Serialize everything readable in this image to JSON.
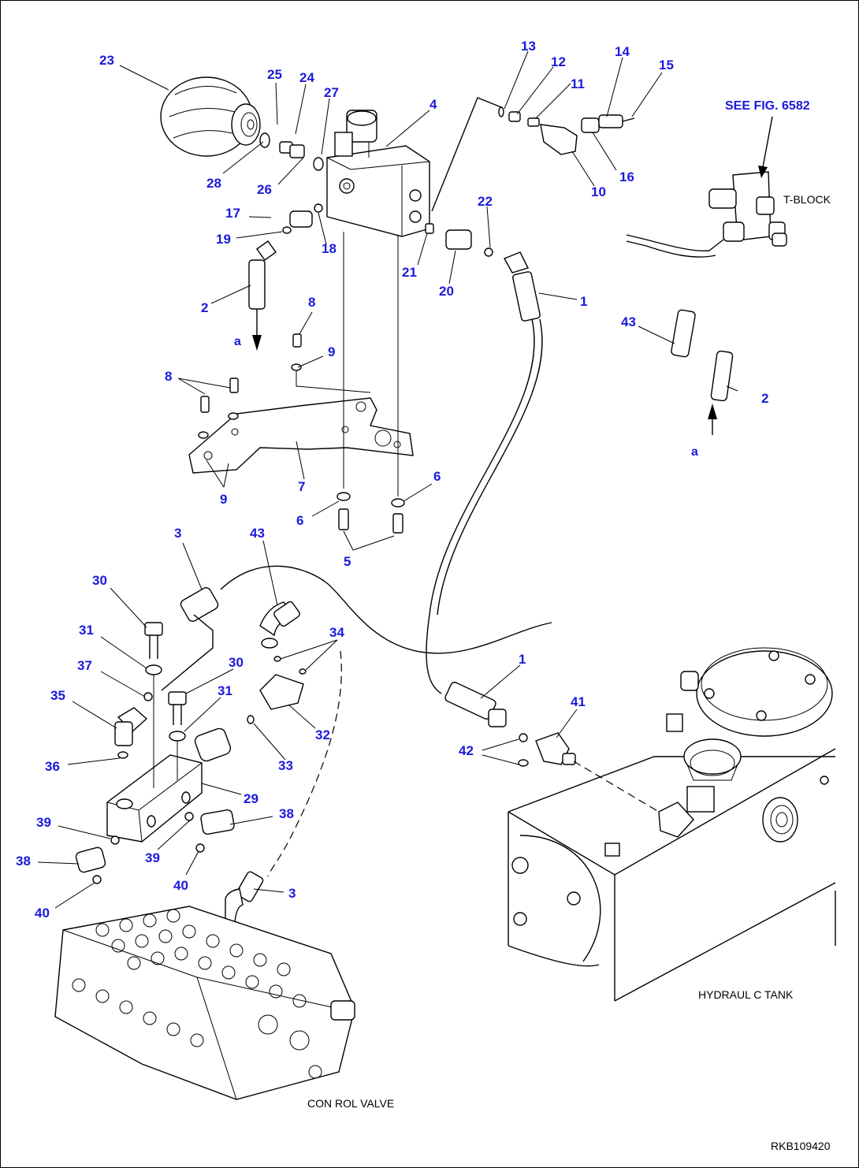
{
  "colors": {
    "callout": "#1a1adc",
    "line": "#000000",
    "background": "#ffffff"
  },
  "callouts": [
    {
      "id": "c23",
      "text": "23"
    },
    {
      "id": "c25",
      "text": "25"
    },
    {
      "id": "c24",
      "text": "24"
    },
    {
      "id": "c27",
      "text": "27"
    },
    {
      "id": "c28",
      "text": "28"
    },
    {
      "id": "c26",
      "text": "26"
    },
    {
      "id": "c4",
      "text": "4"
    },
    {
      "id": "c13",
      "text": "13"
    },
    {
      "id": "c12",
      "text": "12"
    },
    {
      "id": "c11",
      "text": "11"
    },
    {
      "id": "c14",
      "text": "14"
    },
    {
      "id": "c15",
      "text": "15"
    },
    {
      "id": "c16",
      "text": "16"
    },
    {
      "id": "c10",
      "text": "10"
    },
    {
      "id": "c17",
      "text": "17"
    },
    {
      "id": "c19",
      "text": "19"
    },
    {
      "id": "c18",
      "text": "18"
    },
    {
      "id": "c2a",
      "text": "2"
    },
    {
      "id": "c22",
      "text": "22"
    },
    {
      "id": "c21",
      "text": "21"
    },
    {
      "id": "c20",
      "text": "20"
    },
    {
      "id": "c1a",
      "text": "1"
    },
    {
      "id": "c8a",
      "text": "8"
    },
    {
      "id": "c9a",
      "text": "9"
    },
    {
      "id": "c8b",
      "text": "8"
    },
    {
      "id": "c9b",
      "text": "9"
    },
    {
      "id": "c7",
      "text": "7"
    },
    {
      "id": "c6a",
      "text": "6"
    },
    {
      "id": "c6b",
      "text": "6"
    },
    {
      "id": "c5",
      "text": "5"
    },
    {
      "id": "c43a",
      "text": "43"
    },
    {
      "id": "c2b",
      "text": "2"
    },
    {
      "id": "c3a",
      "text": "3"
    },
    {
      "id": "c43b",
      "text": "43"
    },
    {
      "id": "c30a",
      "text": "30"
    },
    {
      "id": "c31a",
      "text": "31"
    },
    {
      "id": "c37",
      "text": "37"
    },
    {
      "id": "c30b",
      "text": "30"
    },
    {
      "id": "c31b",
      "text": "31"
    },
    {
      "id": "c34",
      "text": "34"
    },
    {
      "id": "c35",
      "text": "35"
    },
    {
      "id": "c32",
      "text": "32"
    },
    {
      "id": "c36",
      "text": "36"
    },
    {
      "id": "c33",
      "text": "33"
    },
    {
      "id": "c29",
      "text": "29"
    },
    {
      "id": "c1b",
      "text": "1"
    },
    {
      "id": "c41",
      "text": "41"
    },
    {
      "id": "c42",
      "text": "42"
    },
    {
      "id": "c39a",
      "text": "39"
    },
    {
      "id": "c38a",
      "text": "38"
    },
    {
      "id": "c39b",
      "text": "39"
    },
    {
      "id": "c38b",
      "text": "38"
    },
    {
      "id": "c40a",
      "text": "40"
    },
    {
      "id": "c40b",
      "text": "40"
    },
    {
      "id": "c3b",
      "text": "3"
    }
  ],
  "connection_labels": {
    "a1": "a",
    "a2": "a"
  },
  "reference": "SEE FIG. 6582",
  "labels": {
    "t_block": "T-BLOCK",
    "hydraulic_tank": "HYDRAUL C TANK",
    "control_valve": "CON  ROL VALVE",
    "drawing_number": "RKB109420"
  }
}
